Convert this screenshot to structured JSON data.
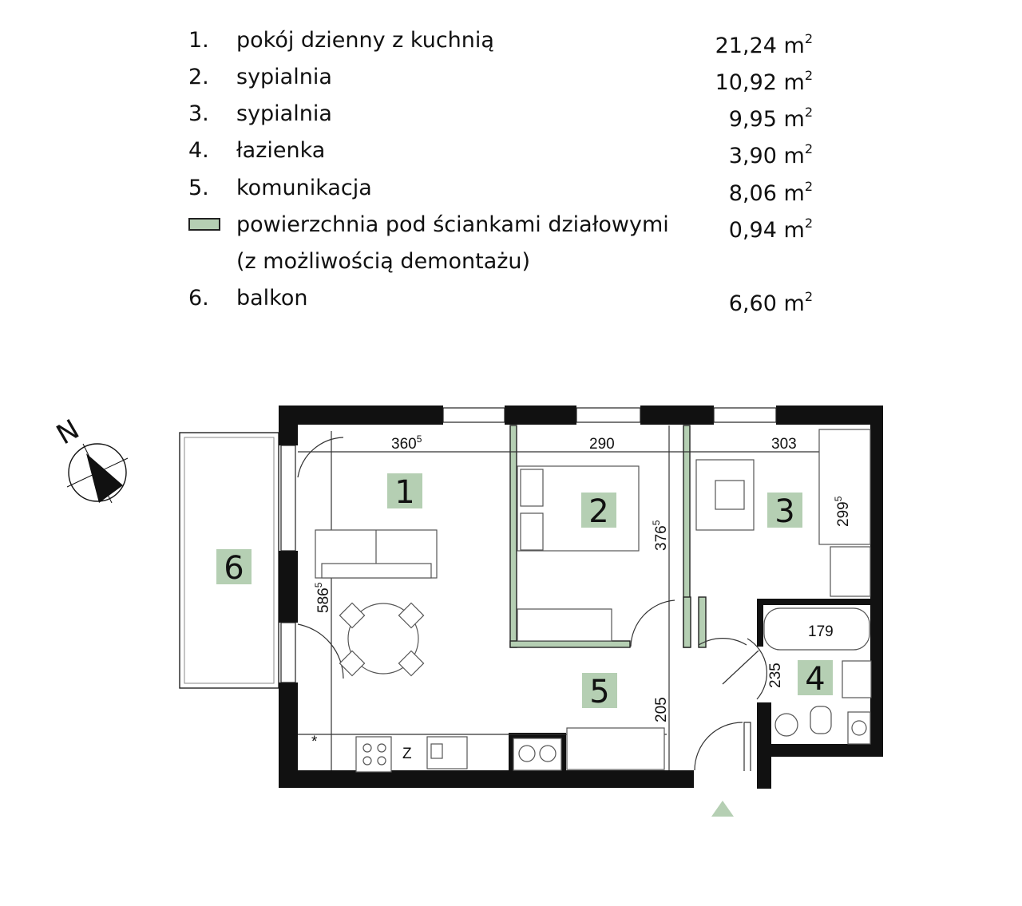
{
  "legend": {
    "rows": [
      {
        "num": "1.",
        "name": "pokój dzienny z kuchnią",
        "value": "21,24 m",
        "unit_sup": "2"
      },
      {
        "num": "2.",
        "name": "sypialnia",
        "value": "10,92 m",
        "unit_sup": "2"
      },
      {
        "num": "3.",
        "name": "sypialnia",
        "value": "9,95 m",
        "unit_sup": "2"
      },
      {
        "num": "4.",
        "name": "łazienka",
        "value": "3,90 m",
        "unit_sup": "2"
      },
      {
        "num": "5.",
        "name": "komunikacja",
        "value": "8,06 m",
        "unit_sup": "2"
      }
    ],
    "partition": {
      "name": "powierzchnia pod ściankami działowymi",
      "value": "0,94 m",
      "unit_sup": "2",
      "note": "(z możliwością demontażu)"
    },
    "balcony": {
      "num": "6.",
      "name": "balkon",
      "value": "6,60 m",
      "unit_sup": "2"
    }
  },
  "plan": {
    "compass_letter": "N",
    "room_labels": [
      "1",
      "2",
      "3",
      "4",
      "5",
      "6"
    ],
    "dims": {
      "d1": "360",
      "d1_sup": "5",
      "d2": "290",
      "d3": "303",
      "d4": "376",
      "d4_sup": "5",
      "d5": "586",
      "d5_sup": "5",
      "d6": "299",
      "d6_sup": "5",
      "d7": "179",
      "d8": "235",
      "d9": "205"
    },
    "fridge_mark": "Z",
    "star_mark": "*"
  },
  "colors": {
    "room_label_bg": "#b5cfb3",
    "partition": "#b5cfb3",
    "wall": "#111111",
    "entrance_arrow": "#b5cfb3"
  }
}
